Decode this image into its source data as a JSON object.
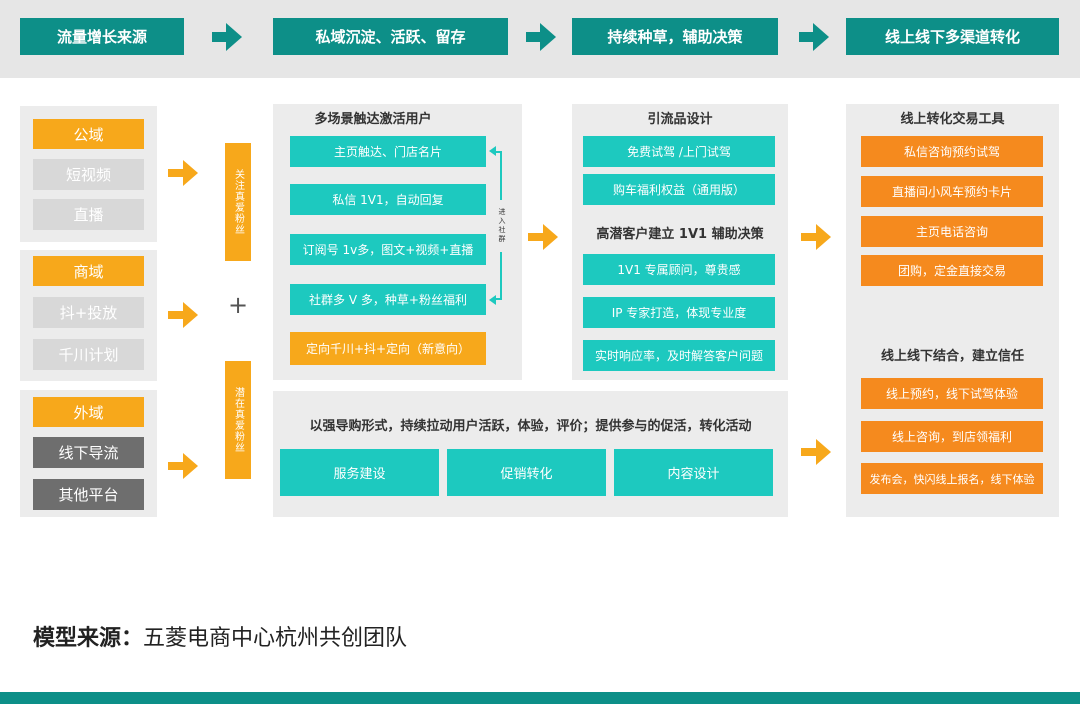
{
  "stages": [
    "流量增长来源",
    "私域沉淀、活跃、留存",
    "持续种草，辅助决策",
    "线上线下多渠道转化"
  ],
  "sources": {
    "public": {
      "title": "公域",
      "items": [
        "短视频",
        "直播"
      ]
    },
    "mall": {
      "title": "商域",
      "items": [
        "抖+投放",
        "千川计划"
      ]
    },
    "external": {
      "title": "外域",
      "items": [
        "线下导流",
        "其他平台"
      ]
    }
  },
  "fans": {
    "top": "关注真爱粉丝",
    "bottom": "潜在真爱粉丝",
    "plus": "+"
  },
  "activation": {
    "title": "多场景触达激活用户",
    "items": [
      "主页触达、门店名片",
      "私信 1V1，自动回复",
      "订阅号 1v多，图文+视频+直播",
      "社群多 V 多，种草+粉丝福利"
    ],
    "highlight": "定向千川+抖+定向（新意向）",
    "enter": "进入社群"
  },
  "leadgen": {
    "title": "引流品设计",
    "items": [
      "免费试驾 /上门试驾",
      "购车福利权益（通用版）"
    ],
    "subtitle": "高潜客户建立 1V1 辅助决策",
    "items2": [
      "1V1 专属顾问，尊贵感",
      "IP 专家打造，体现专业度",
      "实时响应率，及时解答客户问题"
    ]
  },
  "promo": {
    "title": "以强导购形式，持续拉动用户活跃，体验，评价；提供参与的促活，转化活动",
    "buttons": [
      "服务建设",
      "促销转化",
      "内容设计"
    ]
  },
  "conversion": {
    "title": "线上转化交易工具",
    "items": [
      "私信咨询预约试驾",
      "直播间小风车预约卡片",
      "主页电话咨询",
      "团购，定金直接交易"
    ],
    "subtitle": "线上线下结合，建立信任",
    "items2": [
      "线上预约，线下试驾体验",
      "线上咨询，到店领福利",
      "发布会，快闪线上报名，线下体验"
    ]
  },
  "footer": {
    "label": "模型来源：",
    "text": "五菱电商中心杭州共创团队"
  },
  "colors": {
    "teal": "#0d8f88",
    "cyan": "#1dc9bf",
    "yellow": "#f7a81b",
    "orange": "#f58a1e",
    "panel": "#ececec"
  }
}
